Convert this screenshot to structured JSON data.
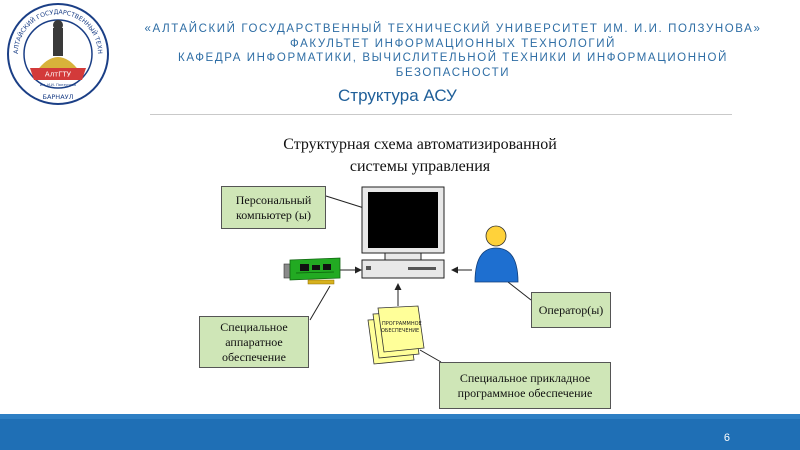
{
  "header": {
    "line1": "«АЛТАЙСКИЙ ГОСУДАРСТВЕННЫЙ ТЕХНИЧЕСКИЙ УНИВЕРСИТЕТ ИМ. И.И. ПОЛЗУНОВА»",
    "line2": "ФАКУЛЬТЕТ ИНФОРМАЦИОННЫХ ТЕХНОЛОГИЙ",
    "line3": "КАФЕДРА ИНФОРМАТИКИ, ВЫЧИСЛИТЕЛЬНОЙ ТЕХНИКИ И ИНФОРМАЦИОННОЙ",
    "line4": "БЕЗОПАСНОСТИ"
  },
  "logo": {
    "ring_text": "АЛТАЙСКИЙ ГОСУДАРСТВЕННЫЙ ТЕХНИЧЕСКИЙ УНИВЕРСИТЕТ",
    "city": "БАРНАУЛ",
    "banner": "АлтГТУ",
    "sub": "им. И.И. Ползунова"
  },
  "slide_title": "Структура АСУ",
  "diagram": {
    "title_line1": "Структурная схема автоматизированной",
    "title_line2": "системы управления",
    "labels": {
      "pc_line1": "Персональный",
      "pc_line2": "компьютер (ы)",
      "hw_line1": "Специальное",
      "hw_line2": "аппаратное",
      "hw_line3": "обеспечение",
      "operator": "Оператор(ы)",
      "sw_line1": "Специальное прикладное",
      "sw_line2": "программное обеспечение"
    },
    "doc_text_line1": "ПРОГРАММНОЕ",
    "doc_text_line2": "ОБЕСПЕЧЕНИЕ"
  },
  "page_number": "6",
  "colors": {
    "header_blue": "#2f6ea5",
    "label_fill": "#cfe6b7",
    "footer_blue": "#1f6fb5",
    "person_blue": "#1e6fd0"
  }
}
